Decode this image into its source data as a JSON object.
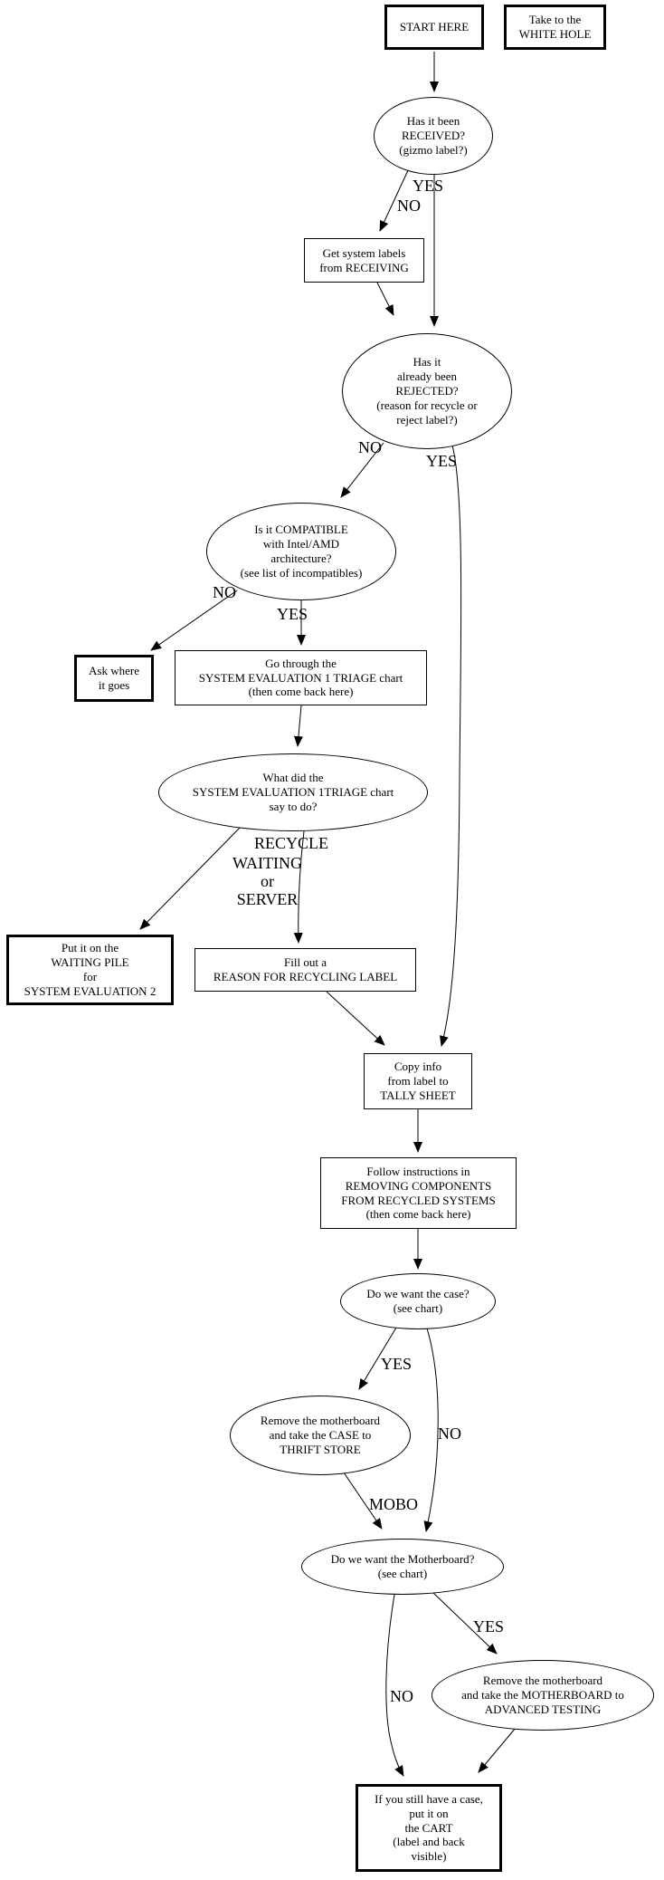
{
  "diagram": {
    "colors": {
      "stroke": "#000000",
      "background": "#ffffff"
    },
    "nodes": {
      "start": "START HERE",
      "white_hole": "Take to the\nWHITE HOLE",
      "received": "Has it been\nRECEIVED?\n(gizmo label?)",
      "get_labels": "Get system labels\nfrom RECEIVING",
      "rejected": "Has it\nalready been\nREJECTED?\n(reason for recycle or\nreject label?)",
      "compatible": "Is it COMPATIBLE\nwith Intel/AMD\narchitecture?\n(see list of incompatibles)",
      "ask_where": "Ask where\nit goes",
      "go_through": "Go through the\nSYSTEM EVALUATION 1 TRIAGE chart\n(then come back here)",
      "what_did": "What did the\nSYSTEM EVALUATION 1TRIAGE chart\nsay to do?",
      "waiting_pile": "Put it on the\nWAITING PILE\nfor\nSYSTEM EVALUATION 2",
      "fill_out": "Fill out a\nREASON FOR RECYCLING LABEL",
      "copy_info": "Copy info\nfrom label to\nTALLY SHEET",
      "follow_instructions": "Follow instructions in\nREMOVING COMPONENTS\nFROM RECYCLED SYSTEMS\n(then come back here)",
      "want_case": "Do we want the case?\n(see chart)",
      "thrift_store": "Remove the motherboard\nand take the CASE to\nTHRIFT STORE",
      "want_motherboard": "Do we want the Motherboard?\n(see chart)",
      "advanced_testing": "Remove the motherboard\nand take the MOTHERBOARD to\nADVANCED TESTING",
      "cart": "If you still have a case,\nput it on\nthe CART\n(label and back\nvisible)"
    },
    "edge_labels": {
      "received_yes": "YES",
      "received_no": "NO",
      "rejected_no": "NO",
      "rejected_yes": "YES",
      "compatible_no": "NO",
      "compatible_yes": "YES",
      "triage_recycle": "RECYCLE",
      "triage_waiting_or_server": "WAITING\nor\nSERVER",
      "case_yes": "YES",
      "case_no": "NO",
      "case_mobo": "MOBO",
      "motherboard_yes": "YES",
      "motherboard_no": "NO"
    }
  }
}
